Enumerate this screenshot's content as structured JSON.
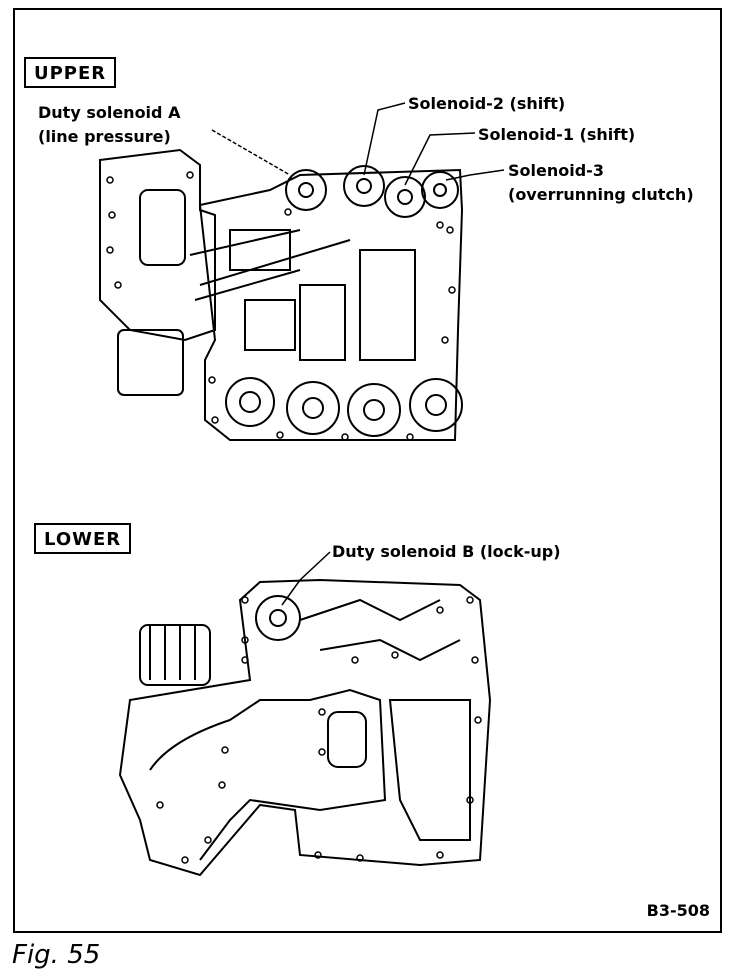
{
  "upper": {
    "section_label": "UPPER",
    "callouts": {
      "duty_solenoid_a": "Duty solenoid A",
      "duty_solenoid_a_sub": "(line pressure)",
      "solenoid_2": "Solenoid-2 (shift)",
      "solenoid_1": "Solenoid-1 (shift)",
      "solenoid_3": "Solenoid-3",
      "solenoid_3_sub": "(overrunning clutch)"
    }
  },
  "lower": {
    "section_label": "LOWER",
    "callouts": {
      "duty_solenoid_b": "Duty solenoid B (lock-up)"
    }
  },
  "figure_code": "B3-508",
  "caption": "Fig.  55"
}
